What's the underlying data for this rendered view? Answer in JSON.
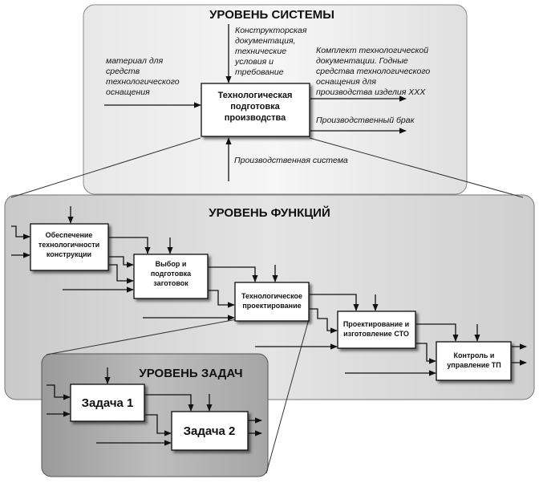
{
  "system_level": {
    "title": "УРОВЕНЬ СИСТЕМЫ",
    "main_box": [
      "Технологическая",
      "подготовка",
      "производства"
    ],
    "input_left": [
      "материал для",
      "средств",
      "технологического",
      "оснащения"
    ],
    "control_top": [
      "Конструкторская",
      "документация,",
      "технические",
      "условия и",
      "требование"
    ],
    "output_top": [
      "Комплект технологической",
      "документации. Годные",
      "средства технологического",
      "оснащения  для",
      "производства  изделия ХХХ"
    ],
    "output_bottom": "Производственный брак",
    "mechanism": "Производственная система"
  },
  "function_level": {
    "title": "УРОВЕНЬ ФУНКЦИЙ",
    "boxes": [
      [
        "Обеспечение",
        "технологичности",
        "конструкции"
      ],
      [
        "Выбор и",
        "подготовка",
        "заготовок"
      ],
      [
        "Технологическое",
        "проектирование"
      ],
      [
        "Проектирование и",
        "изготовление СТО"
      ],
      [
        "Контроль и",
        "управление ТП"
      ]
    ]
  },
  "task_level": {
    "title": "УРОВЕНЬ ЗАДАЧ",
    "boxes": [
      "Задача 1",
      "Задача 2"
    ]
  }
}
